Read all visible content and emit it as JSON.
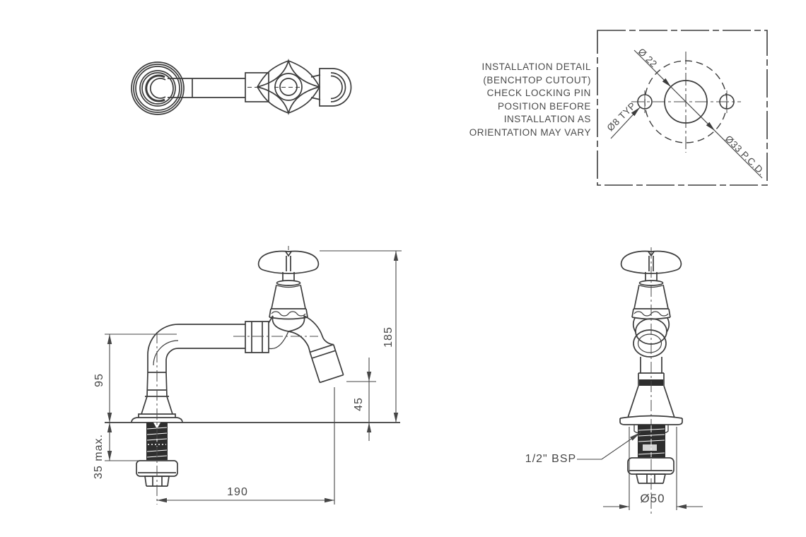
{
  "colors": {
    "line": "#3c3c3c",
    "thin_line": "#4a4a4a",
    "text": "#4a4a4a",
    "dark_fill": "#2e2e2e"
  },
  "installation_note": {
    "lines": [
      "INSTALLATION DETAIL",
      "(BENCHTOP CUTOUT)",
      "CHECK LOCKING PIN",
      "POSITION BEFORE",
      "INSTALLATION AS",
      "ORIENTATION MAY VARY"
    ]
  },
  "cutout_detail": {
    "hole_diameter": "Ø 22",
    "pin_hole": "Ø8 TYP",
    "pitch_circle": "Ø33 P.C.D."
  },
  "side_view_dims": {
    "spout_centre_height": "95",
    "bench_thickness": "35 max.",
    "spout_reach": "190",
    "outlet_clearance": "45",
    "overall_height": "185"
  },
  "front_view": {
    "thread_size": "1/2\" BSP",
    "flange_diameter": "Ø50"
  }
}
